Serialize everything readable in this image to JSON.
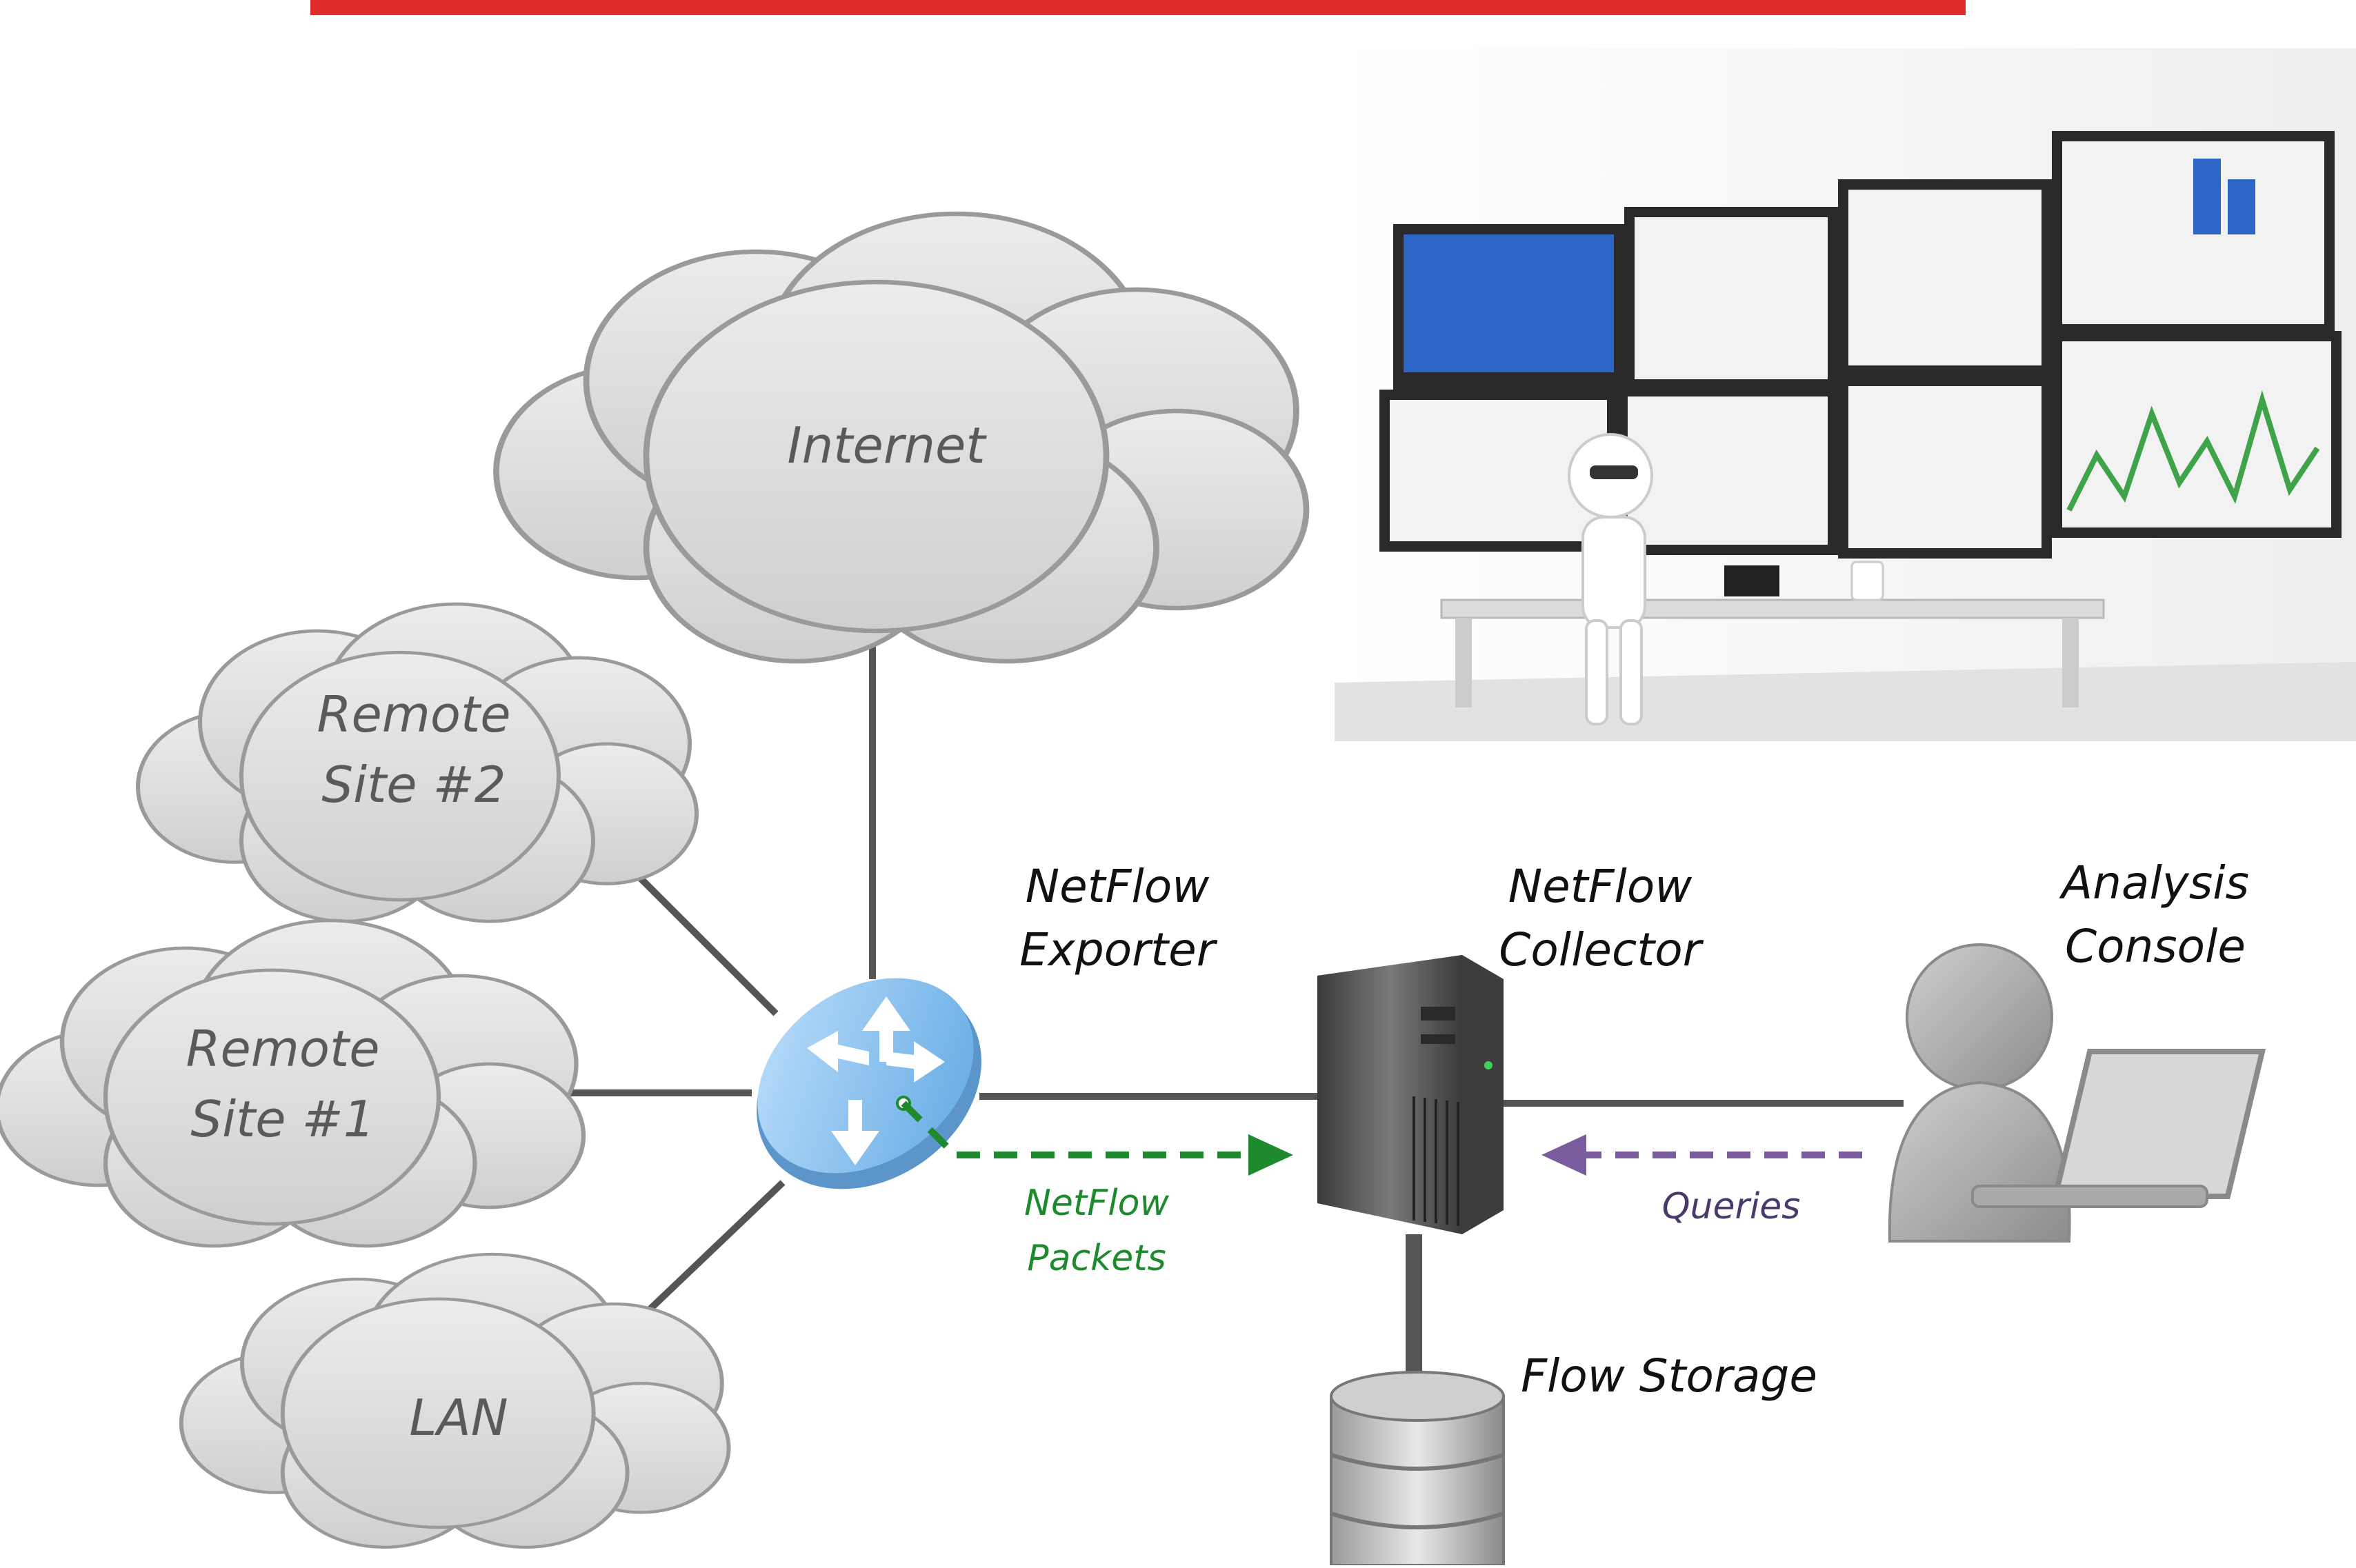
{
  "title": {
    "color": "#e02b2b"
  },
  "clouds": {
    "internet": "Internet",
    "remote_site_2": [
      "Remote",
      "Site #2"
    ],
    "remote_site_1": [
      "Remote",
      "Site #1"
    ],
    "lan": "LAN"
  },
  "nodes": {
    "exporter": [
      "NetFlow",
      "Exporter"
    ],
    "collector": [
      "NetFlow",
      "Collector"
    ],
    "console": [
      "Analysis",
      "Console"
    ],
    "storage": "Flow Storage"
  },
  "edges": {
    "netflow_packets": [
      "NetFlow",
      "Packets"
    ],
    "queries": "Queries"
  },
  "colors": {
    "cloud_fill": "#dcdcdc",
    "cloud_stroke": "#9a9a9a",
    "link": "#555555",
    "router": "#8fc3ef",
    "netflow_arrow": "#1d8a2e",
    "query_arrow": "#7a5c9e",
    "server": "#5c5c5c",
    "console_figure": "#a9a9a9"
  },
  "icons": [
    "cloud-icon",
    "router-icon",
    "server-icon",
    "database-icon",
    "user-laptop-icon",
    "monitoring-wall-illustration"
  ]
}
